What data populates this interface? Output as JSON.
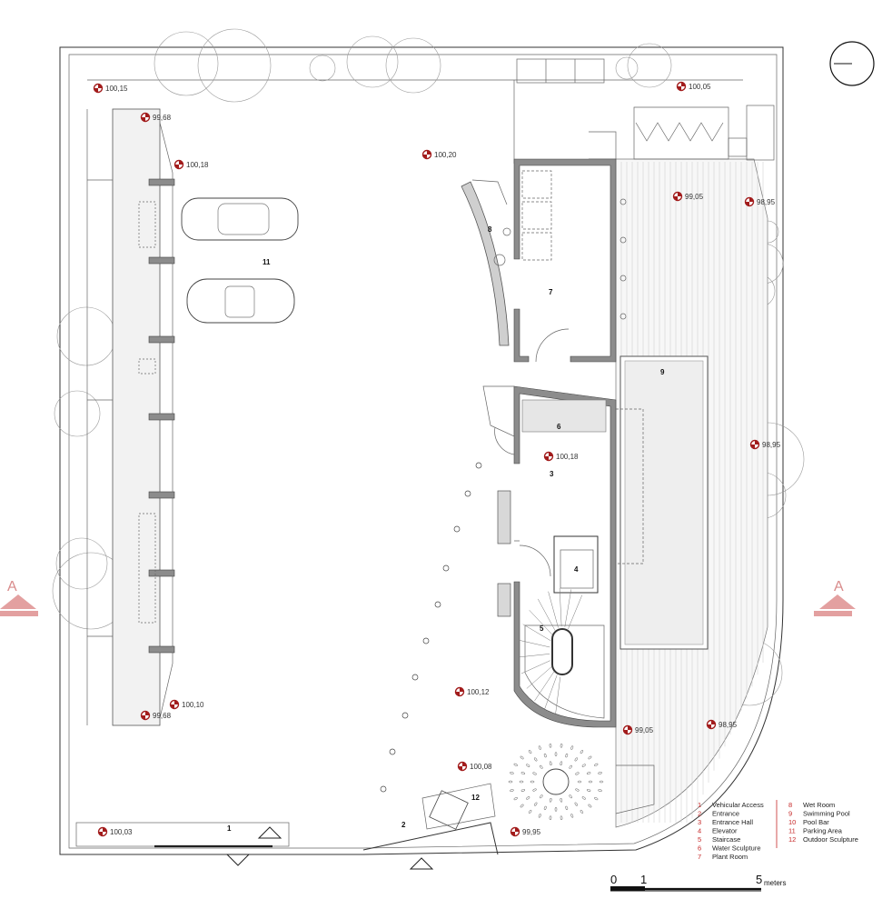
{
  "room_numbers": [
    "8",
    "7",
    "9",
    "6",
    "3",
    "4",
    "5",
    "11",
    "12",
    "1",
    "2"
  ],
  "levels": [
    "100,15",
    "99,68",
    "100,18",
    "100,20",
    "100,05",
    "99,05",
    "98,95",
    "100,18",
    "98,95",
    "100,12",
    "100,10",
    "99,68",
    "100,08",
    "99,05",
    "98,95",
    "100,03",
    "99,95"
  ],
  "section_marks": {
    "left": "A",
    "right": "A"
  },
  "legend": {
    "left": [
      {
        "n": "1",
        "t": "Vehicular Access"
      },
      {
        "n": "2",
        "t": "Entrance"
      },
      {
        "n": "3",
        "t": "Entrance Hall"
      },
      {
        "n": "4",
        "t": "Elevator"
      },
      {
        "n": "5",
        "t": "Staircase"
      },
      {
        "n": "6",
        "t": "Water Sculpture"
      },
      {
        "n": "7",
        "t": "Plant Room"
      }
    ],
    "right": [
      {
        "n": "8",
        "t": "Wet Room"
      },
      {
        "n": "9",
        "t": "Swimming Pool"
      },
      {
        "n": "10",
        "t": "Pool Bar"
      },
      {
        "n": "11",
        "t": "Parking Area"
      },
      {
        "n": "12",
        "t": "Outdoor Sculpture"
      }
    ]
  },
  "scale_bar": {
    "labels": [
      "0",
      "1",
      "5"
    ],
    "unit": "meters"
  },
  "colors": {
    "level_marker": "#a21c1c",
    "section_marker": "#e3a0a0",
    "legend_divider": "#c62828"
  }
}
